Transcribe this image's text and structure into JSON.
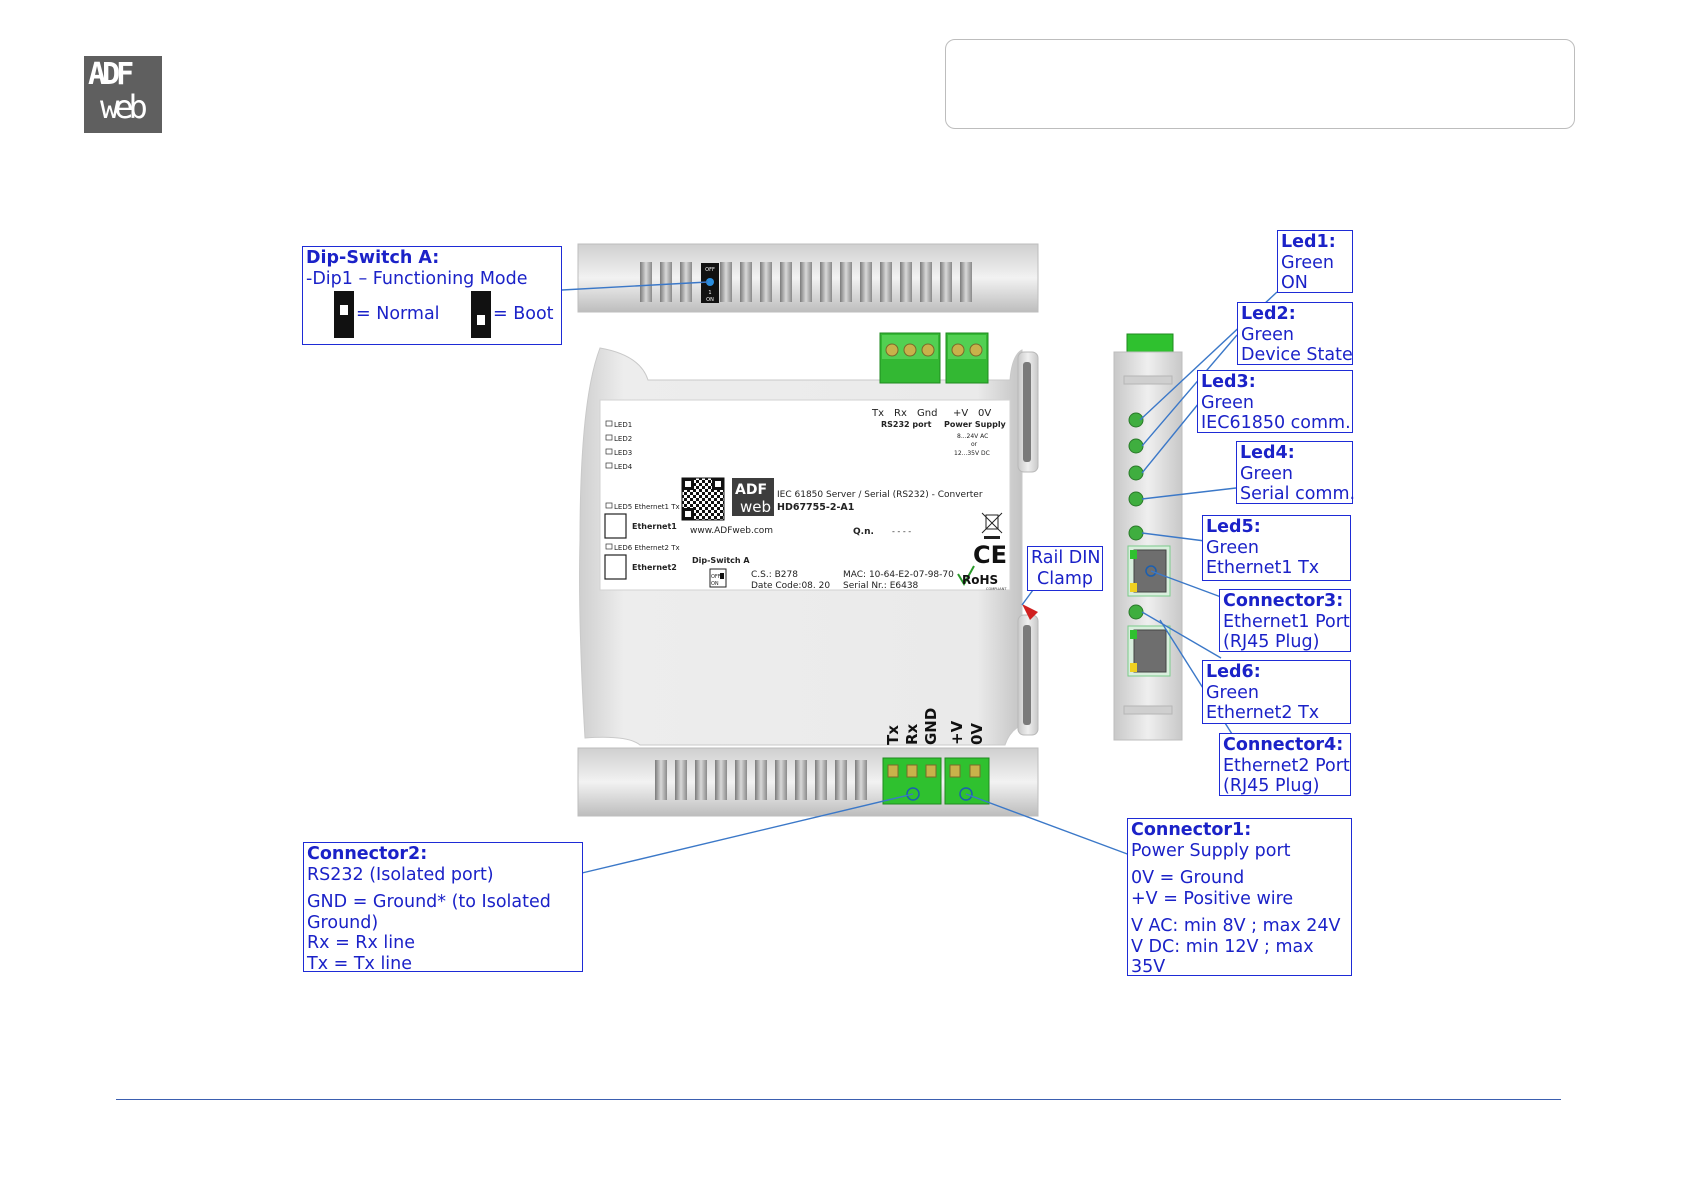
{
  "logo": {
    "line1": "ADF",
    "line2": "web"
  },
  "device_front": {
    "leds": [
      "LED1",
      "LED2",
      "LED3",
      "LED4"
    ],
    "led5": "LED5 Ethernet1 Tx",
    "ethernet1": "Ethernet1",
    "led6": "LED6 Ethernet2 Tx",
    "ethernet2": "Ethernet2",
    "dip_switch_label": "Dip-Switch A",
    "dip_off": "OFF",
    "dip_on": "ON",
    "qr_logo_line1": "ADF",
    "qr_logo_line2": "web",
    "product_desc": "IEC 61850 Server / Serial (RS232) - Converter",
    "product_code": "HD67755-2-A1",
    "website": "www.ADFweb.com",
    "qn_label": "Q.n.",
    "qn_value": "- - - -",
    "cs": "C.S.: B278",
    "date_code": "Date Code:08. 20",
    "mac": "MAC: 10-64-E2-07-98-70",
    "serial_nr": "Serial Nr.: E6438",
    "top_terminals": [
      "Tx",
      "Rx",
      "Gnd",
      "+V",
      "0V"
    ],
    "rs232_port": "RS232 port",
    "power_supply": "Power Supply",
    "ps_ac": "8...24V AC",
    "ps_or": "or",
    "ps_dc": "12...35V DC",
    "ce": "CE",
    "rohs": "RoHS",
    "compliant": "COMPLIANT"
  },
  "bottom_terminals": [
    "Tx",
    "Rx",
    "GND",
    "+V",
    "0V"
  ],
  "dip_top_small": {
    "off": "OFF",
    "num": "1",
    "on": "ON"
  },
  "callouts": {
    "dip_switch": {
      "title": "Dip-Switch A:",
      "line1": "-Dip1 – Functioning Mode",
      "normal": "= Normal",
      "boot": "= Boot"
    },
    "rail_din": {
      "line1": "Rail DIN",
      "line2": "Clamp"
    },
    "led1": {
      "title": "Led1:",
      "lines": [
        "Green",
        "ON"
      ]
    },
    "led2": {
      "title": "Led2:",
      "lines": [
        "Green",
        "Device State"
      ]
    },
    "led3": {
      "title": "Led3:",
      "lines": [
        "Green",
        "IEC61850 comm."
      ]
    },
    "led4": {
      "title": "Led4:",
      "lines": [
        "Green",
        "Serial comm."
      ]
    },
    "led5": {
      "title": "Led5:",
      "lines": [
        "Green",
        "Ethernet1 Tx"
      ]
    },
    "connector3": {
      "title": "Connector3:",
      "lines": [
        "Ethernet1 Port",
        "(RJ45 Plug)"
      ]
    },
    "led6": {
      "title": "Led6:",
      "lines": [
        "Green",
        "Ethernet2 Tx"
      ]
    },
    "connector4": {
      "title": "Connector4:",
      "lines": [
        "Ethernet2 Port",
        "(RJ45 Plug)"
      ]
    },
    "connector1": {
      "title": "Connector1:",
      "line1": "Power Supply port",
      "line2": "0V = Ground",
      "line3": "+V = Positive wire",
      "line4": "V AC: min 8V ; max 24V",
      "line5": "V DC: min 12V ; max",
      "line6": "35V"
    },
    "connector2": {
      "title": "Connector2:",
      "line1": "RS232 (Isolated port)",
      "line2": "GND = Ground* (to Isolated",
      "line3": "Ground)",
      "line4": "Rx = Rx line",
      "line5": "Tx = Tx line"
    }
  },
  "colors": {
    "callout_blue": "#1b22c8",
    "terminal_green": "#2fc12f",
    "led_green": "#3fae3f",
    "footer_line": "#3b5fb0"
  }
}
